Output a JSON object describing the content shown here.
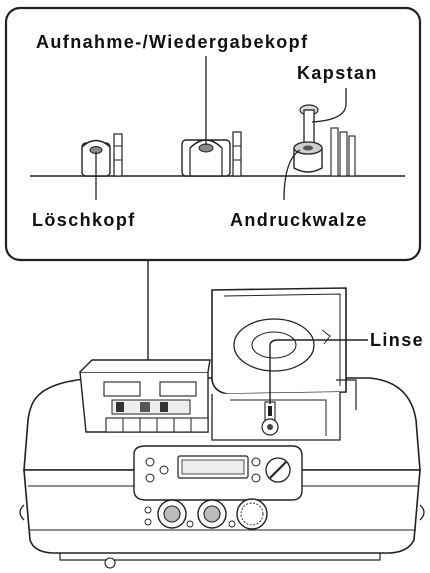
{
  "labels": {
    "record_playback_head": "Aufnahme-/Wiedergabekopf",
    "capstan": "Kapstan",
    "erase_head": "Löschkopf",
    "pinch_roller": "Andruckwalze",
    "lens": "Linse"
  },
  "colors": {
    "line": "#222222",
    "fill_gray": "#cfcfcf",
    "dark": "#333333"
  }
}
